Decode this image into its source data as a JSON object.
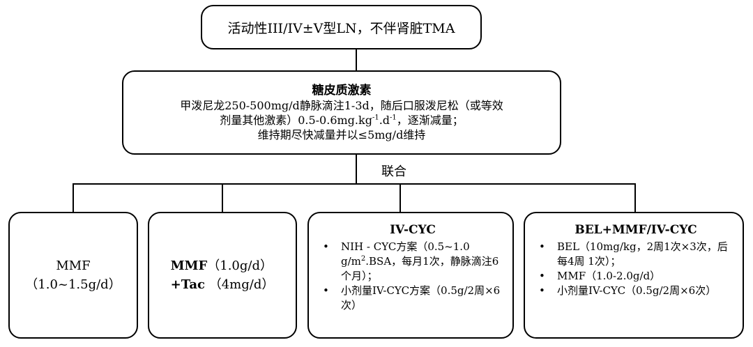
{
  "top_box": {
    "text": "活动性III/IV±V型LN，不伴肾脏TMA"
  },
  "middle_box": {
    "title": "糖皮质激素",
    "line1": "甲泼尼龙250-500mg/d静脉滴注1-3d，随后口服泼尼松（或等效",
    "line2_pre": "剂量其他激素）0.5-0.6mg.kg",
    "line2_sup1": "-1",
    "line2_mid": ".d",
    "line2_sup2": "-1",
    "line2_post": "，逐渐减量；",
    "line3": "维持期尽快减量并以≤5mg/d维持"
  },
  "join_label": "联合",
  "options": {
    "mmf": {
      "name": "MMF",
      "dose": "（1.0~1.5g/d）"
    },
    "mmf_tac": {
      "line1_name": "MMF",
      "line1_dose": "（1.0g/d）",
      "line2_name": "+Tac",
      "line2_dose": "（4mg/d）"
    },
    "iv_cyc": {
      "title": "IV-CYC",
      "item1_pre": "NIH - CYC方案（0.5~1.0 g/m",
      "item1_sup": "2",
      "item1_post": ".BSA，每月1次，静脉滴注6个月）；",
      "item2": "小剂量IV-CYC方案（0.5g/2周×6次）"
    },
    "bel": {
      "title": "BEL+MMF/IV-CYC",
      "items": [
        "BEL（10mg/kg，2周1次×3次，后每4周 1次）；",
        "MMF（1.0-2.0g/d）",
        "小剂量IV-CYC（0.5g/2周×6次）"
      ]
    }
  }
}
